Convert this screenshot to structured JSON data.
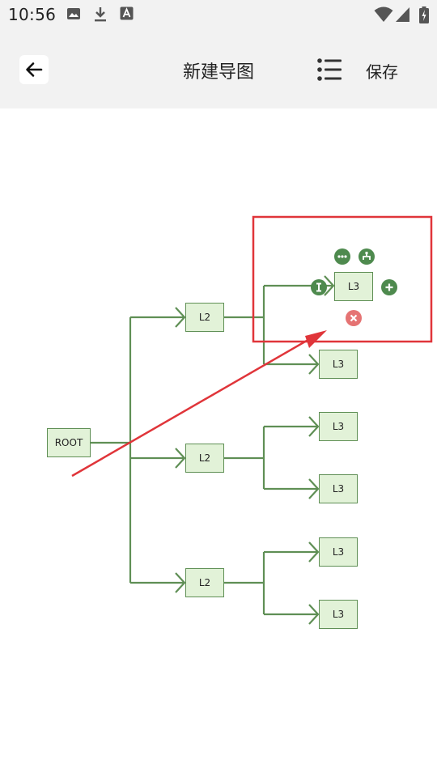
{
  "status_bar": {
    "time": "10:56"
  },
  "toolbar": {
    "title": "新建导图",
    "save_label": "保存"
  },
  "mindmap": {
    "root": {
      "label": "ROOT"
    },
    "branches": [
      {
        "label": "L2",
        "children": [
          {
            "label": "L3",
            "selected": true
          },
          {
            "label": "L3"
          }
        ]
      },
      {
        "label": "L2",
        "children": [
          {
            "label": "L3"
          },
          {
            "label": "L3"
          }
        ]
      },
      {
        "label": "L2",
        "children": [
          {
            "label": "L3"
          },
          {
            "label": "L3"
          }
        ]
      }
    ]
  },
  "colors": {
    "connector": "#5f8f55",
    "node_fill": "#e2f2d8",
    "control_green": "#4e8a4e",
    "control_red": "#e57373",
    "highlight": "#e0353a"
  }
}
